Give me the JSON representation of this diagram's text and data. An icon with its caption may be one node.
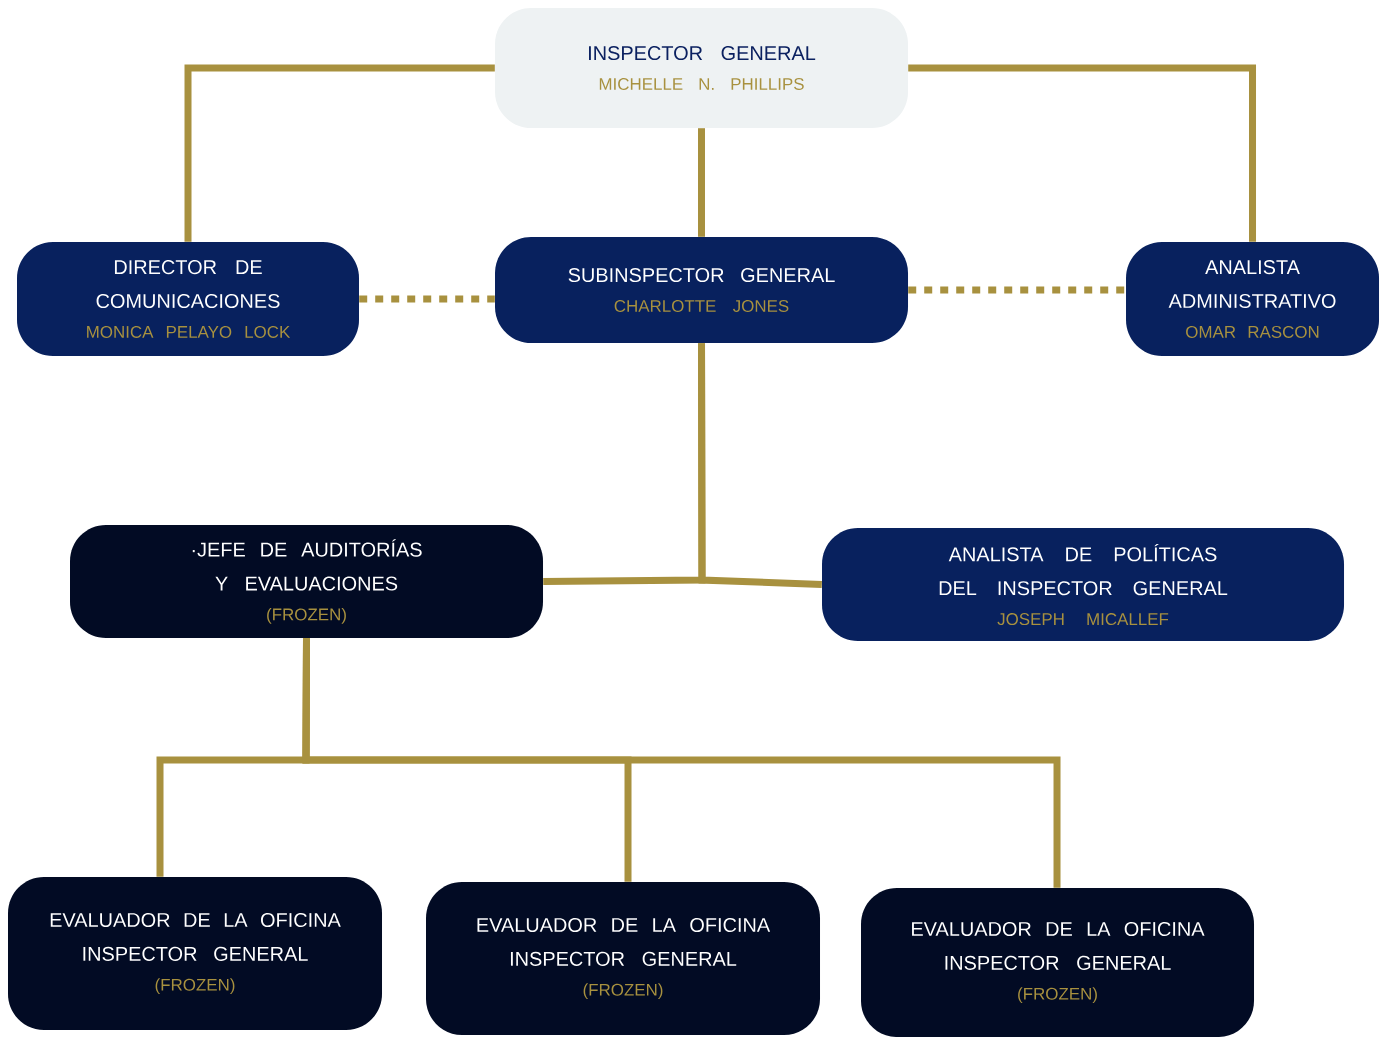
{
  "diagram": {
    "nodes": [
      {
        "text": [
          "INSPECTOR GENERAL",
          "MICHELLE N. PHILLIPS"
        ]
      },
      {
        "text": [
          "DIRECTOR DE COMUNICACIONES",
          "MONICA PELAYO LOCK"
        ]
      },
      {
        "text": [
          "SUBINSPECTOR GENERAL",
          "CHARLOTTE JONES"
        ]
      },
      {
        "text": [
          "ANALISTA ADMINISTRATIVO",
          "OMAR RASCON"
        ]
      },
      {
        "text": [
          "·JEFE DE AUDITORÍAS Y EVALUACIONES",
          "(FROZEN)"
        ]
      },
      {
        "text": [
          "ANALISTA DE POLÍTICAS DEL INSPECTOR GENERAL",
          "JOSEPH MICALLEF"
        ]
      },
      {
        "text": [
          "EVALUADOR DE LA OFICINA INSPECTOR GENERAL",
          "(FROZEN)"
        ]
      },
      {
        "text": [
          "EVALUADOR DE LA OFICINA INSPECTOR GENERAL",
          "(FROZEN)"
        ]
      },
      {
        "text": [
          "EVALUADOR DE LA OFICINA INSPECTOR GENERAL",
          "(FROZEN)"
        ]
      }
    ],
    "edges": [
      {
        "from": 0,
        "to": 1,
        "arrow": "none"
      },
      {
        "from": 0,
        "to": 2,
        "arrow": "none"
      },
      {
        "from": 0,
        "to": 3,
        "arrow": "none"
      },
      {
        "from": 1,
        "to": 2,
        "arrow": "none",
        "style": "dashed"
      },
      {
        "from": 2,
        "to": 3,
        "arrow": "none",
        "style": "dashed"
      },
      {
        "from": 2,
        "to": 4,
        "arrow": "none"
      },
      {
        "from": 2,
        "to": 5,
        "arrow": "none"
      },
      {
        "from": 4,
        "to": 6,
        "arrow": "none"
      },
      {
        "from": 4,
        "to": 7,
        "arrow": "none"
      },
      {
        "from": 4,
        "to": 8,
        "arrow": "none"
      }
    ]
  }
}
